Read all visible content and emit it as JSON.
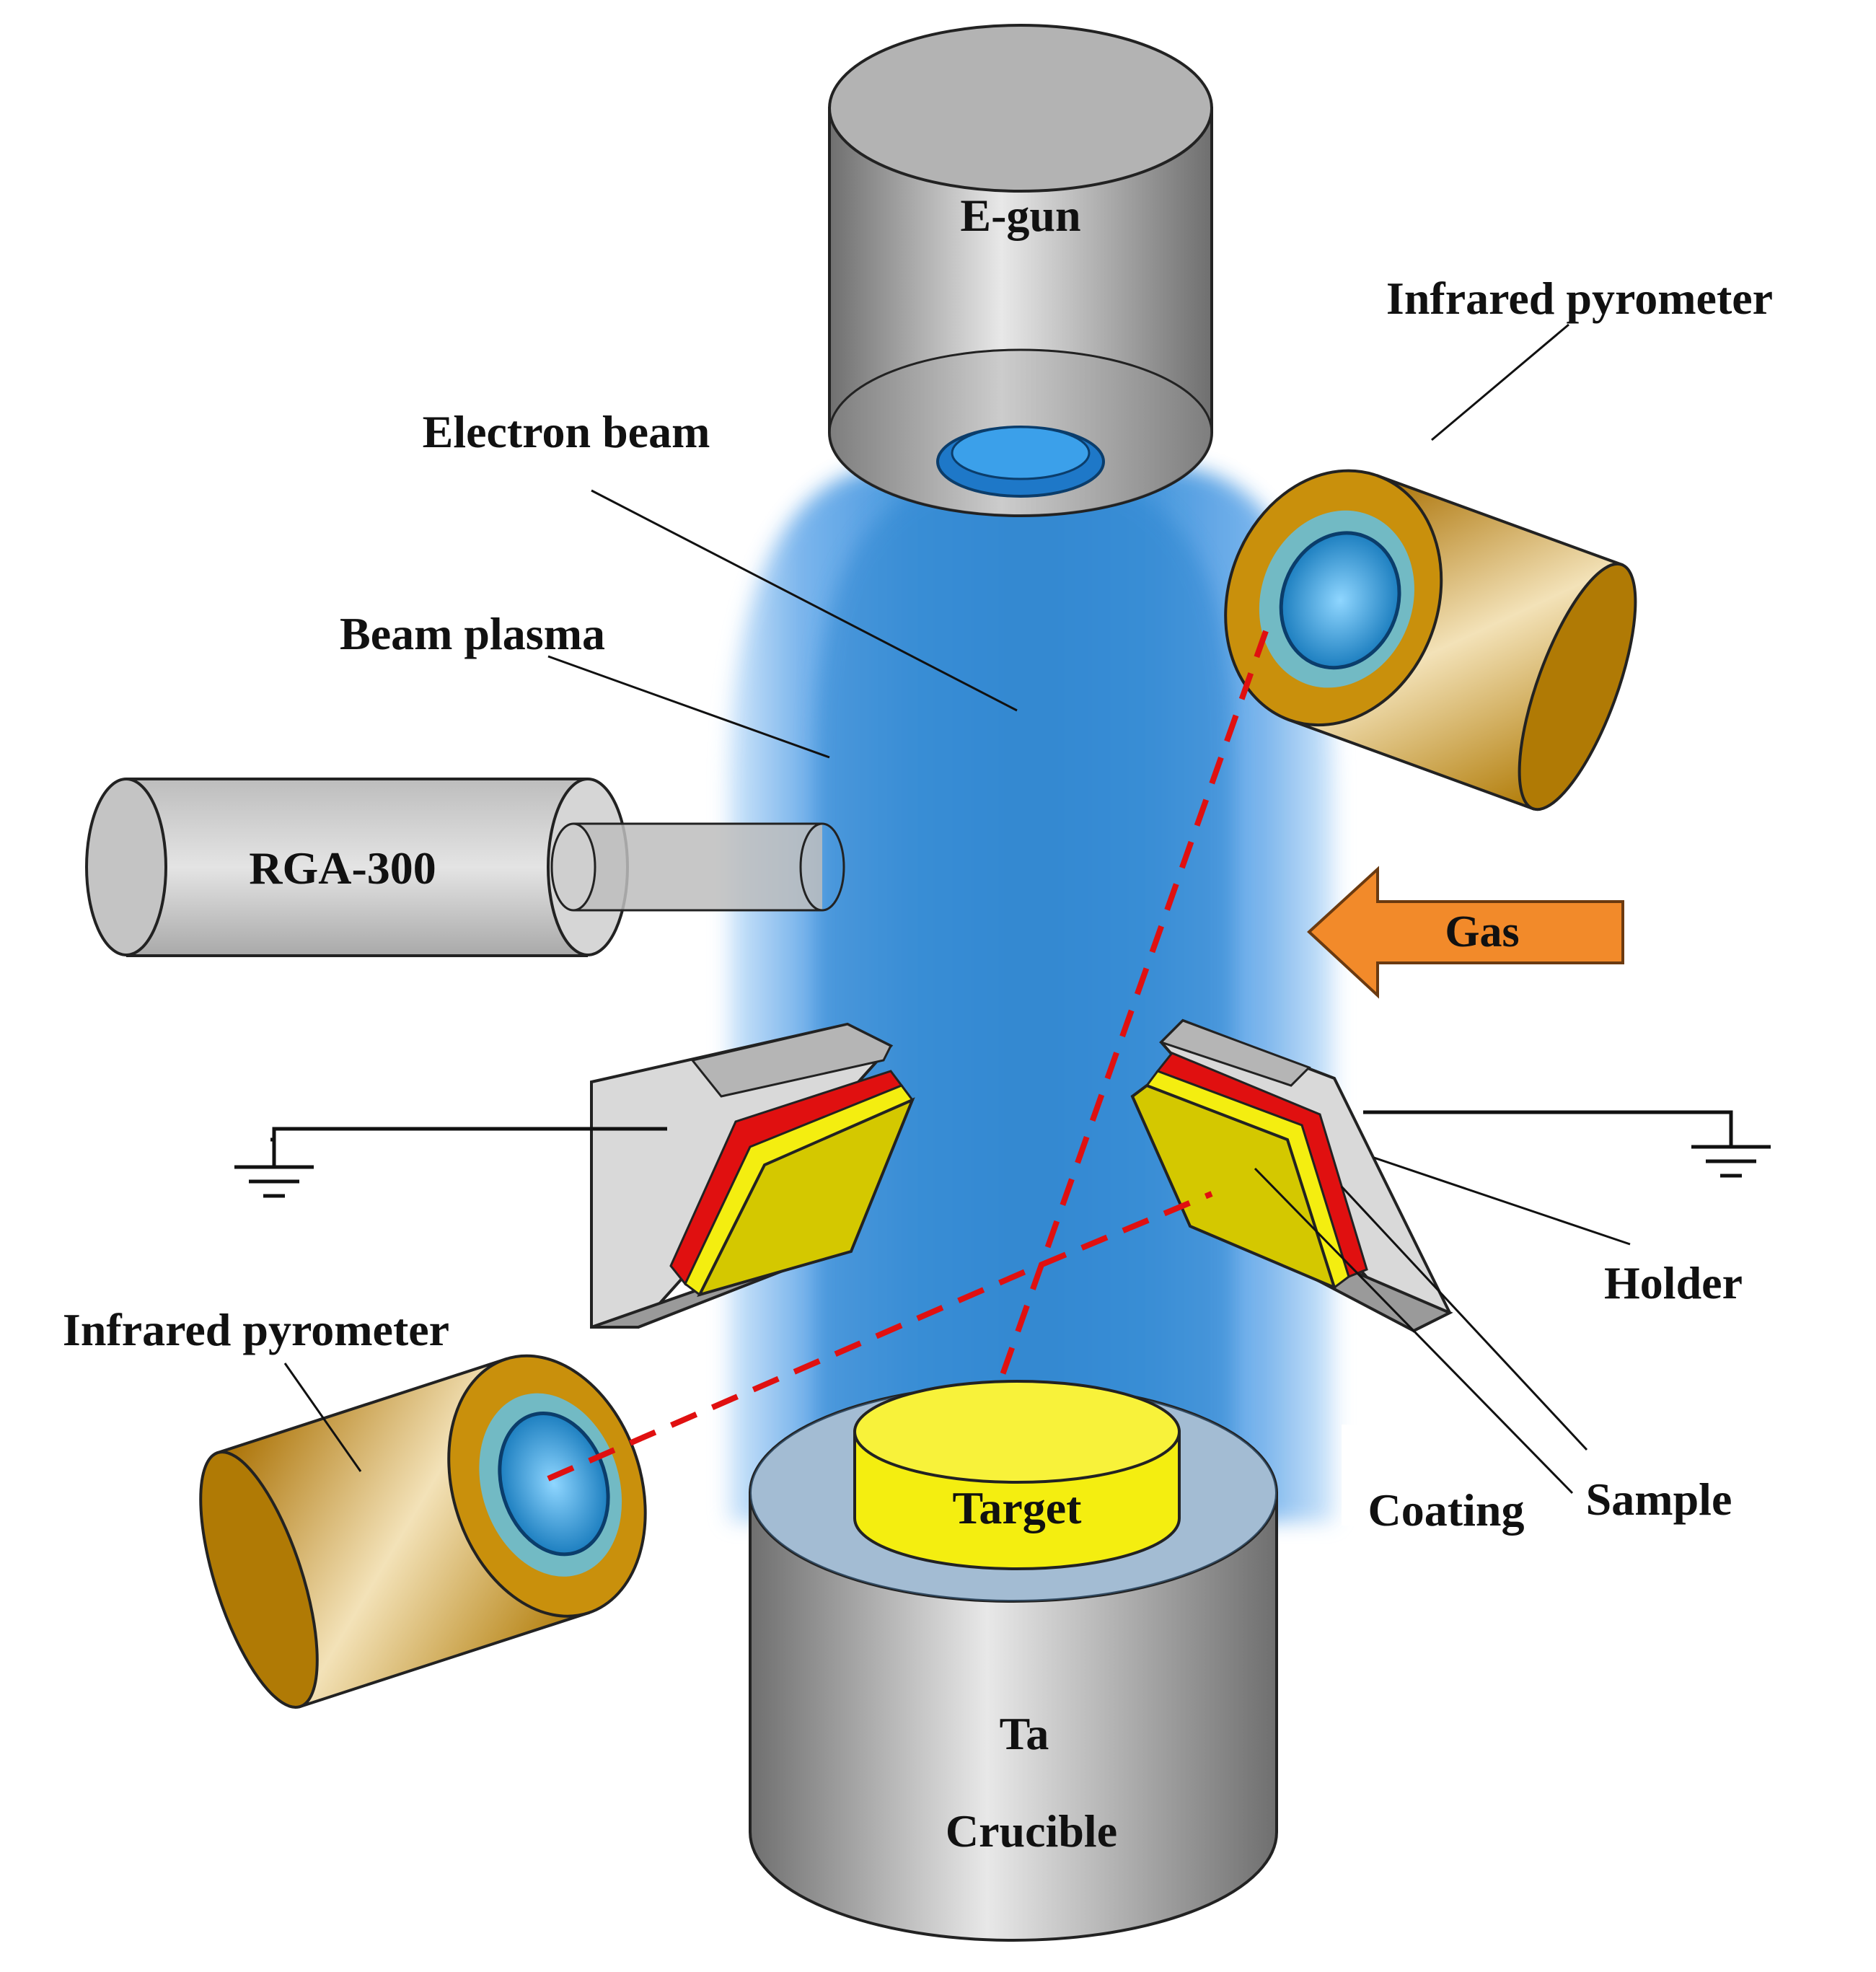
{
  "labels": {
    "e_gun": "E-gun",
    "infrared_pyrometer_top": "Infrared pyrometer",
    "electron_beam": "Electron beam",
    "beam_plasma": "Beam plasma",
    "rga": "RGA-300",
    "gas": "Gas",
    "holder": "Holder",
    "infrared_pyrometer_bottom": "Infrared pyrometer",
    "target": "Target",
    "coating": "Coating",
    "sample": "Sample",
    "crucible_line1": "Ta",
    "crucible_line2": "Crucible"
  },
  "colors": {
    "beam_plasma": "#6aaee8",
    "electron_beam_core": "#2f86d0",
    "e_gun_body": "#8c8c8c",
    "pyrometer_body": "#c9900c",
    "lens": "#3aa7e0",
    "gas_arrow": "#f28a2a",
    "sample_layer": "#e01010",
    "coating_layer": "#d4c800",
    "target": "#f4ee10",
    "holder": "#c8c8c8",
    "laser_path": "#e01010"
  }
}
